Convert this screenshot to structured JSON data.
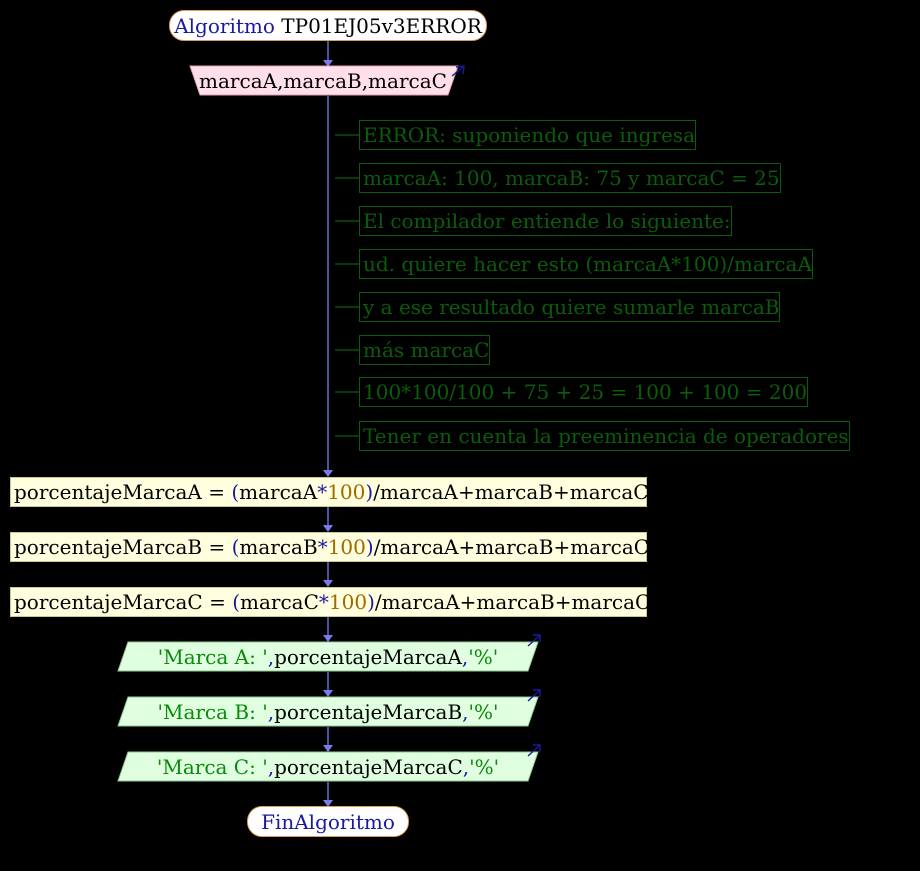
{
  "start": {
    "keyword": "Algoritmo",
    "name": "TP01EJ05v3ERROR"
  },
  "input": {
    "vars": "marcaA,marcaB,marcaC"
  },
  "comments": [
    "ERROR: suponiendo que ingresa",
    "marcaA: 100, marcaB: 75 y marcaC = 25",
    "El compilador entiende lo siguiente:",
    "ud. quiere hacer esto (marcaA*100)/marcaA",
    "y a ese resultado quiere sumarle marcaB",
    "más marcaC",
    "100*100/100 + 75 + 25 = 100 + 100 = 200",
    "Tener en cuenta la preeminencia de operadores"
  ],
  "assignments": [
    {
      "target": "porcentajeMarcaA",
      "eq": " = ",
      "lp": "(",
      "var": "marcaA",
      "mul": "*",
      "num": "100",
      "rp": ")",
      "rest": "/marcaA+marcaB+marcaC"
    },
    {
      "target": "porcentajeMarcaB",
      "eq": " = ",
      "lp": "(",
      "var": "marcaB",
      "mul": "*",
      "num": "100",
      "rp": ")",
      "rest": "/marcaA+marcaB+marcaC"
    },
    {
      "target": "porcentajeMarcaC",
      "eq": " = ",
      "lp": "(",
      "var": "marcaC",
      "mul": "*",
      "num": "100",
      "rp": ")",
      "rest": "/marcaA+marcaB+marcaC"
    }
  ],
  "outputs": [
    {
      "str": "'Marca A: '",
      "comma1": ",",
      "var": "porcentajeMarcaA",
      "comma2": ",",
      "pct": "'%'"
    },
    {
      "str": "'Marca B: '",
      "comma1": ",",
      "var": "porcentajeMarcaB",
      "comma2": ",",
      "pct": "'%'"
    },
    {
      "str": "'Marca C: '",
      "comma1": ",",
      "var": "porcentajeMarcaC",
      "comma2": ",",
      "pct": "'%'"
    }
  ],
  "end": {
    "keyword": "FinAlgoritmo"
  },
  "colors": {
    "connector": "#7b7bf0",
    "comment": "#0b5c0b",
    "process_fill": "#ffffe0",
    "input_fill": "#ffe0ea",
    "output_fill": "#e0ffe0",
    "terminal_fill": "#ffffff",
    "terminal_stroke": "#d8a050"
  }
}
